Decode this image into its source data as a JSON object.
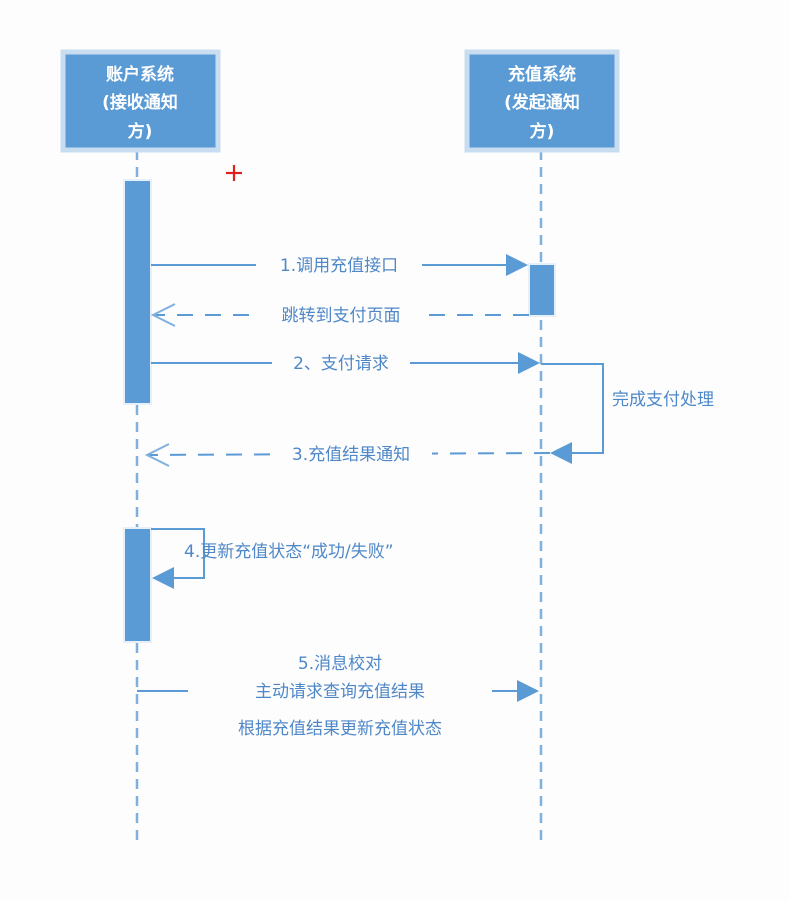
{
  "participants": [
    {
      "id": "account",
      "lines": [
        "账户系统",
        "(接收通知",
        "方)"
      ]
    },
    {
      "id": "recharge",
      "lines": [
        "充值系统",
        "(发起通知",
        "方)"
      ]
    }
  ],
  "messages": [
    {
      "id": "m1",
      "lines": [
        "1.调用充值接口"
      ]
    },
    {
      "id": "m1r",
      "lines": [
        "跳转到支付页面"
      ]
    },
    {
      "id": "m2",
      "lines": [
        "2、支付请求"
      ]
    },
    {
      "id": "self1",
      "lines": [
        "完成支付处理"
      ]
    },
    {
      "id": "m3",
      "lines": [
        "3.充值结果通知"
      ]
    },
    {
      "id": "self2",
      "lines": [
        "4.更新充值状态“成功/失败”"
      ]
    },
    {
      "id": "m5",
      "lines": [
        "5.消息校对",
        "主动请求查询充值结果",
        "根据充值结果更新充值状态"
      ]
    }
  ],
  "colors": {
    "accent": "#5b9bd5",
    "text": "#4f88c8",
    "background": "#fdfdfd"
  }
}
